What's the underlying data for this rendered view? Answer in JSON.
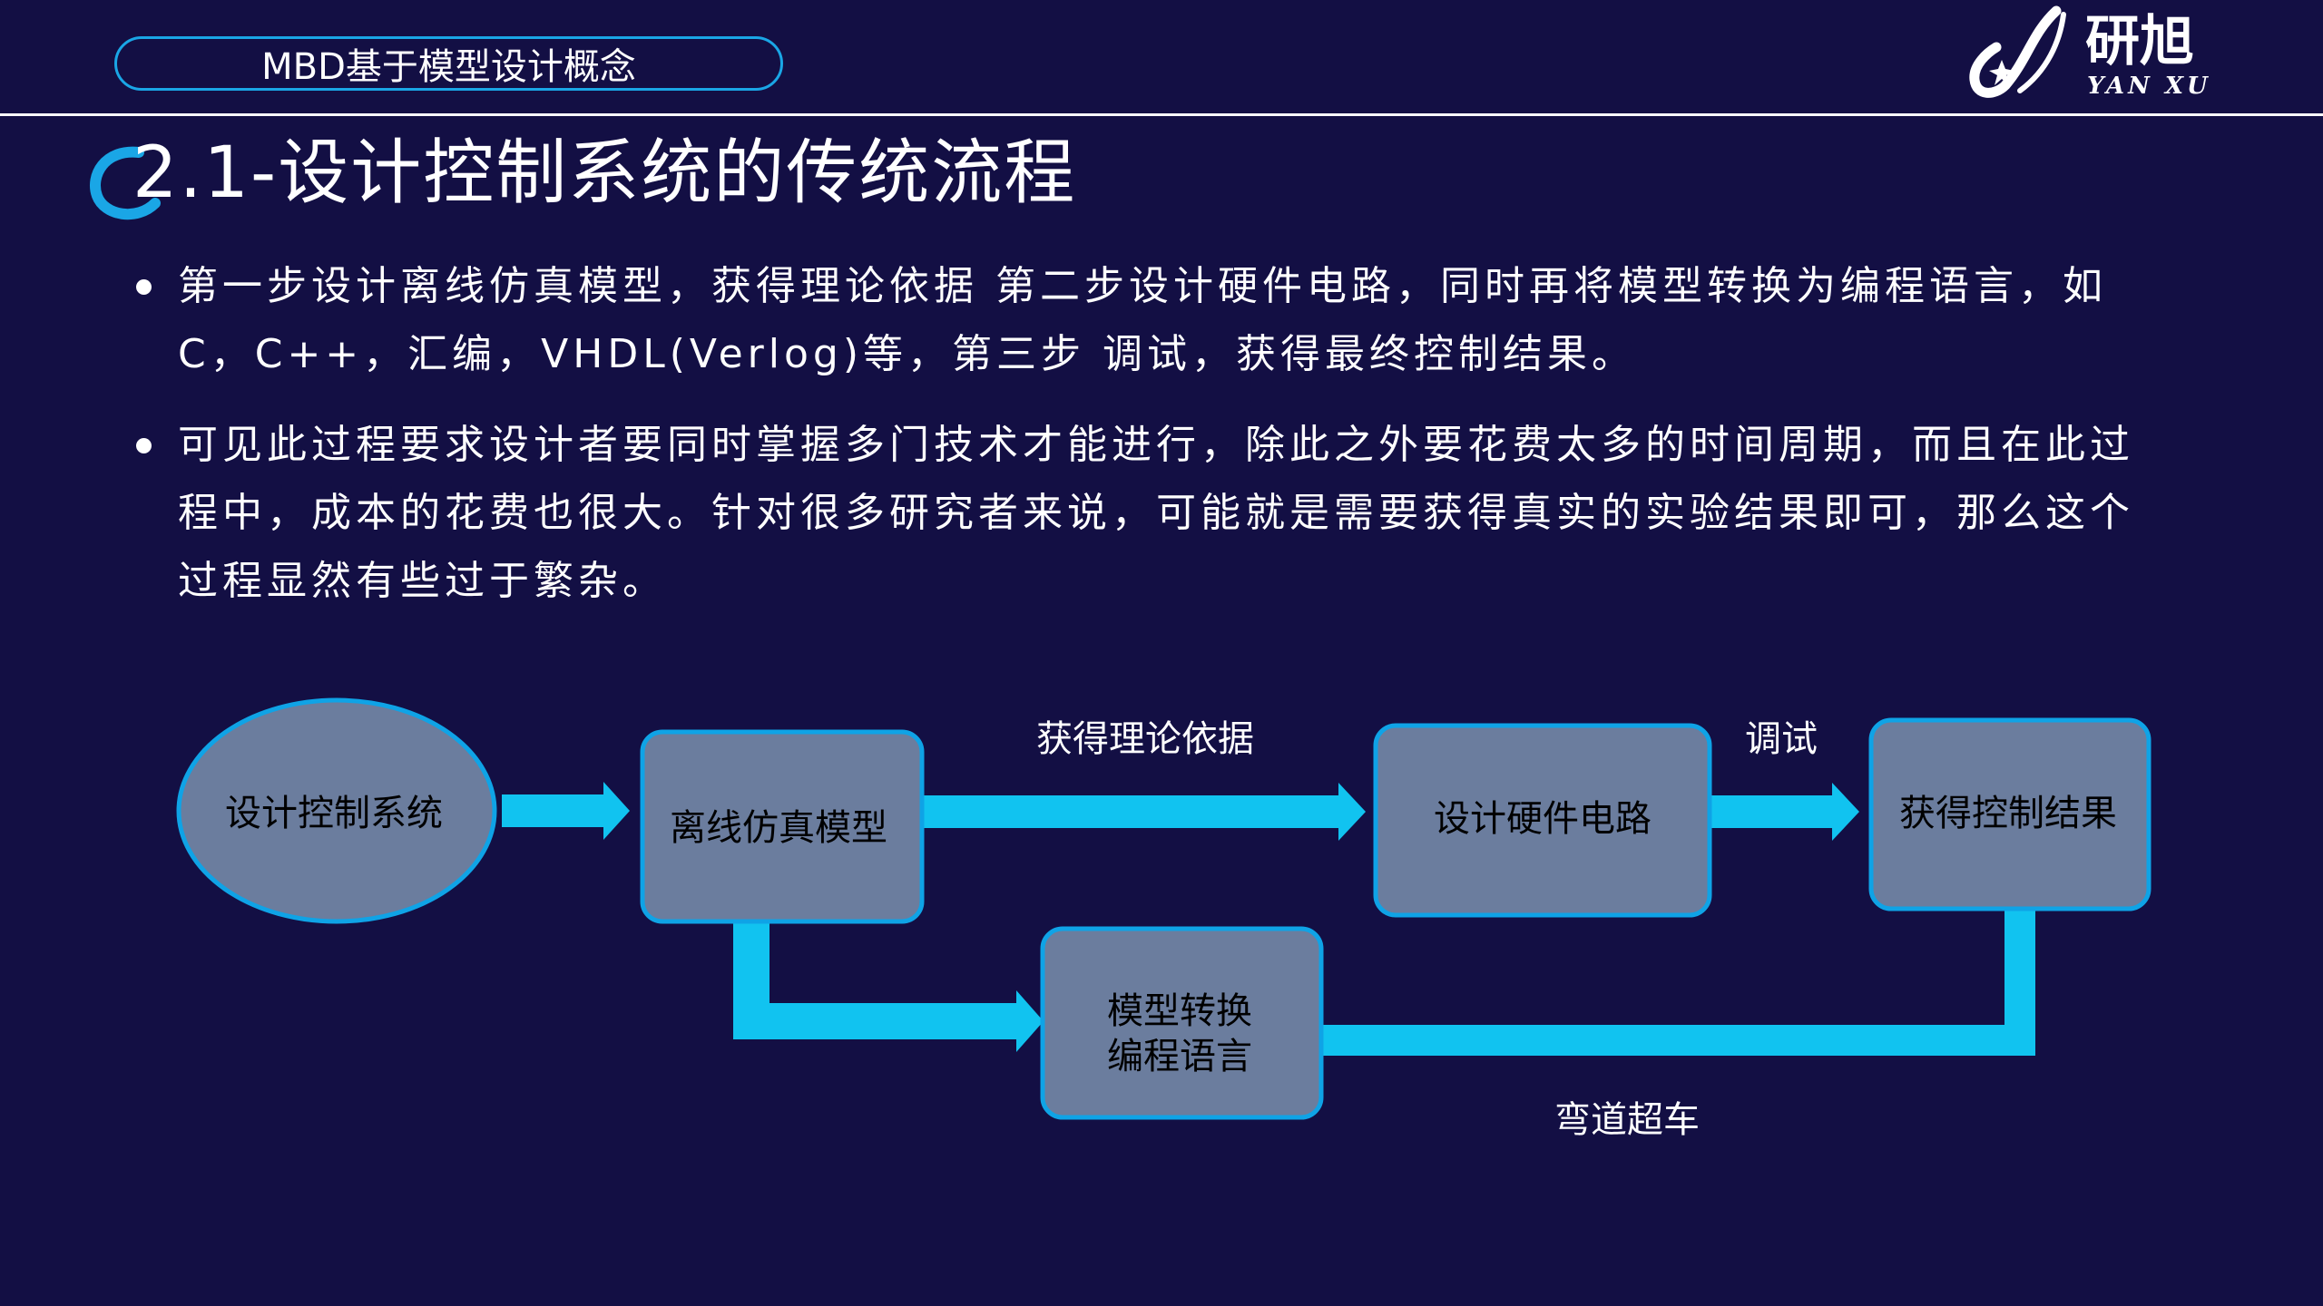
{
  "header": {
    "section_title": "MBD基于模型设计概念",
    "logo": {
      "cn": "研旭",
      "en": "YAN XU"
    }
  },
  "page_title": "2.1-设计控制系统的传统流程",
  "bullets": [
    "第一步设计离线仿真模型，获得理论依据 第二步设计硬件电路，同时再将模型转换为编程语言，如C，C++，汇编，VHDL(Verlog)等，第三步 调试，获得最终控制结果。",
    "可见此过程要求设计者要同时掌握多门技术才能进行，除此之外要花费太多的时间周期，而且在此过程中，成本的花费也很大。针对很多研究者来说，可能就是需要获得真实的实验结果即可，那么这个过程显然有些过于繁杂。"
  ],
  "diagram": {
    "nodes": {
      "start": "设计控制系统",
      "offline_model": "离线仿真模型",
      "hardware": "设计硬件电路",
      "result": "获得控制结果",
      "convert_line1": "模型转换",
      "convert_line2": "编程语言"
    },
    "edge_labels": {
      "theory": "获得理论依据",
      "debug": "调试",
      "shortcut": "弯道超车"
    },
    "colors": {
      "background": "#130f44",
      "node_fill": "#6b7d9e",
      "node_border": "#0fa3e6",
      "arrow": "#11c3f0"
    }
  }
}
